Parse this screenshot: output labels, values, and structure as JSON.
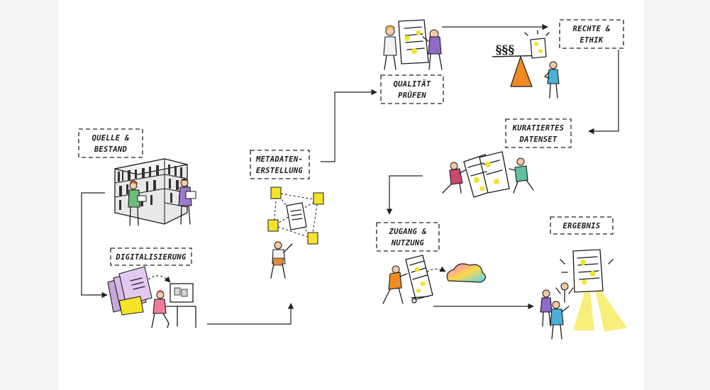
{
  "steps": {
    "quelle": {
      "line1": "QUELLE &",
      "line2": "BESTAND"
    },
    "digital": {
      "line1": "DIGITALISIERUNG"
    },
    "metadaten": {
      "line1": "METADATEN-",
      "line2": "ERSTELLUNG"
    },
    "qualitaet": {
      "line1": "QUALITÄT",
      "line2": "PRÜFEN"
    },
    "rechte": {
      "line1": "RECHTE &",
      "line2": "ETHIK"
    },
    "kuratiert": {
      "line1": "KURATIERTES",
      "line2": "DATENSET"
    },
    "zugang": {
      "line1": "ZUGANG &",
      "line2": "NUTZUNG"
    },
    "ergebnis": {
      "line1": "ERGEBNIS"
    }
  },
  "rights_symbol": "§§§",
  "colors": {
    "document_yellow": "#f4e32a",
    "folder_purple": "#c9a6dc",
    "scale_orange": "#f08a24",
    "light_beam": "#f7ec6b",
    "cloud_gradient": [
      "#ff6fd8",
      "#ffd84a",
      "#4ad6ff"
    ]
  }
}
